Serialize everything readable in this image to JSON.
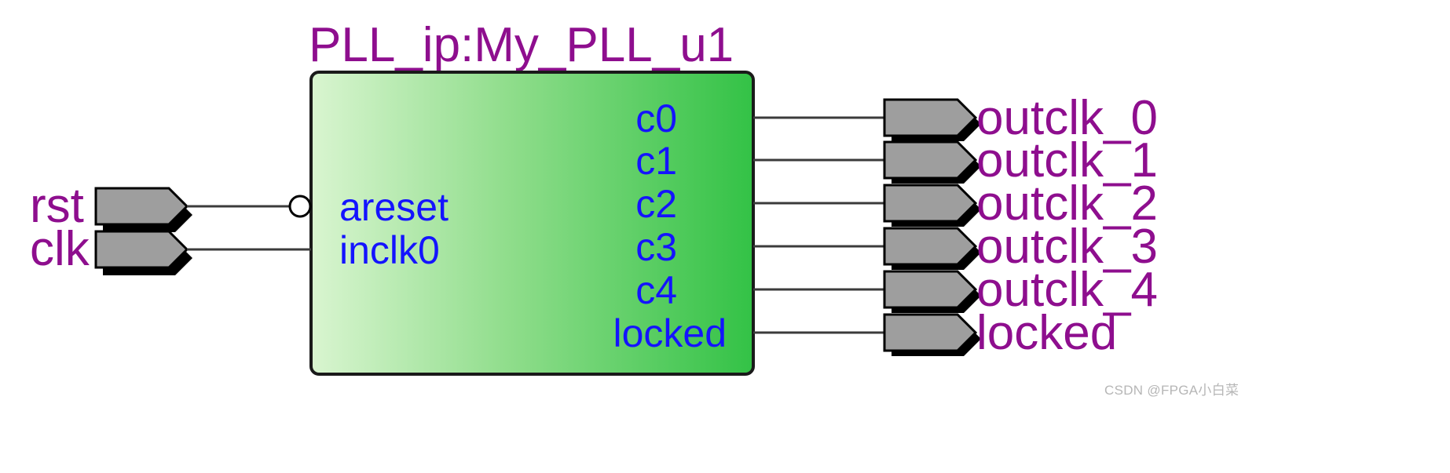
{
  "diagram": {
    "title": "PLL_ip:My_PLL_u1",
    "block_fill_light": "#d3f2c9",
    "block_fill_dark": "#3fc349",
    "label_color": "#8e0e8e",
    "pin_label_color": "#1414ff",
    "pin_body_color": "#9e9e9e"
  },
  "inputs": [
    {
      "external": "rst",
      "internal": "areset",
      "inverted": true
    },
    {
      "external": "clk",
      "internal": "inclk0",
      "inverted": false
    }
  ],
  "outputs": [
    {
      "internal": "c0",
      "external": "outclk_0"
    },
    {
      "internal": "c1",
      "external": "outclk_1"
    },
    {
      "internal": "c2",
      "external": "outclk_2"
    },
    {
      "internal": "c3",
      "external": "outclk_3"
    },
    {
      "internal": "c4",
      "external": "outclk_4"
    },
    {
      "internal": "locked",
      "external": "locked"
    }
  ],
  "watermark": "CSDN @FPGA小白菜"
}
